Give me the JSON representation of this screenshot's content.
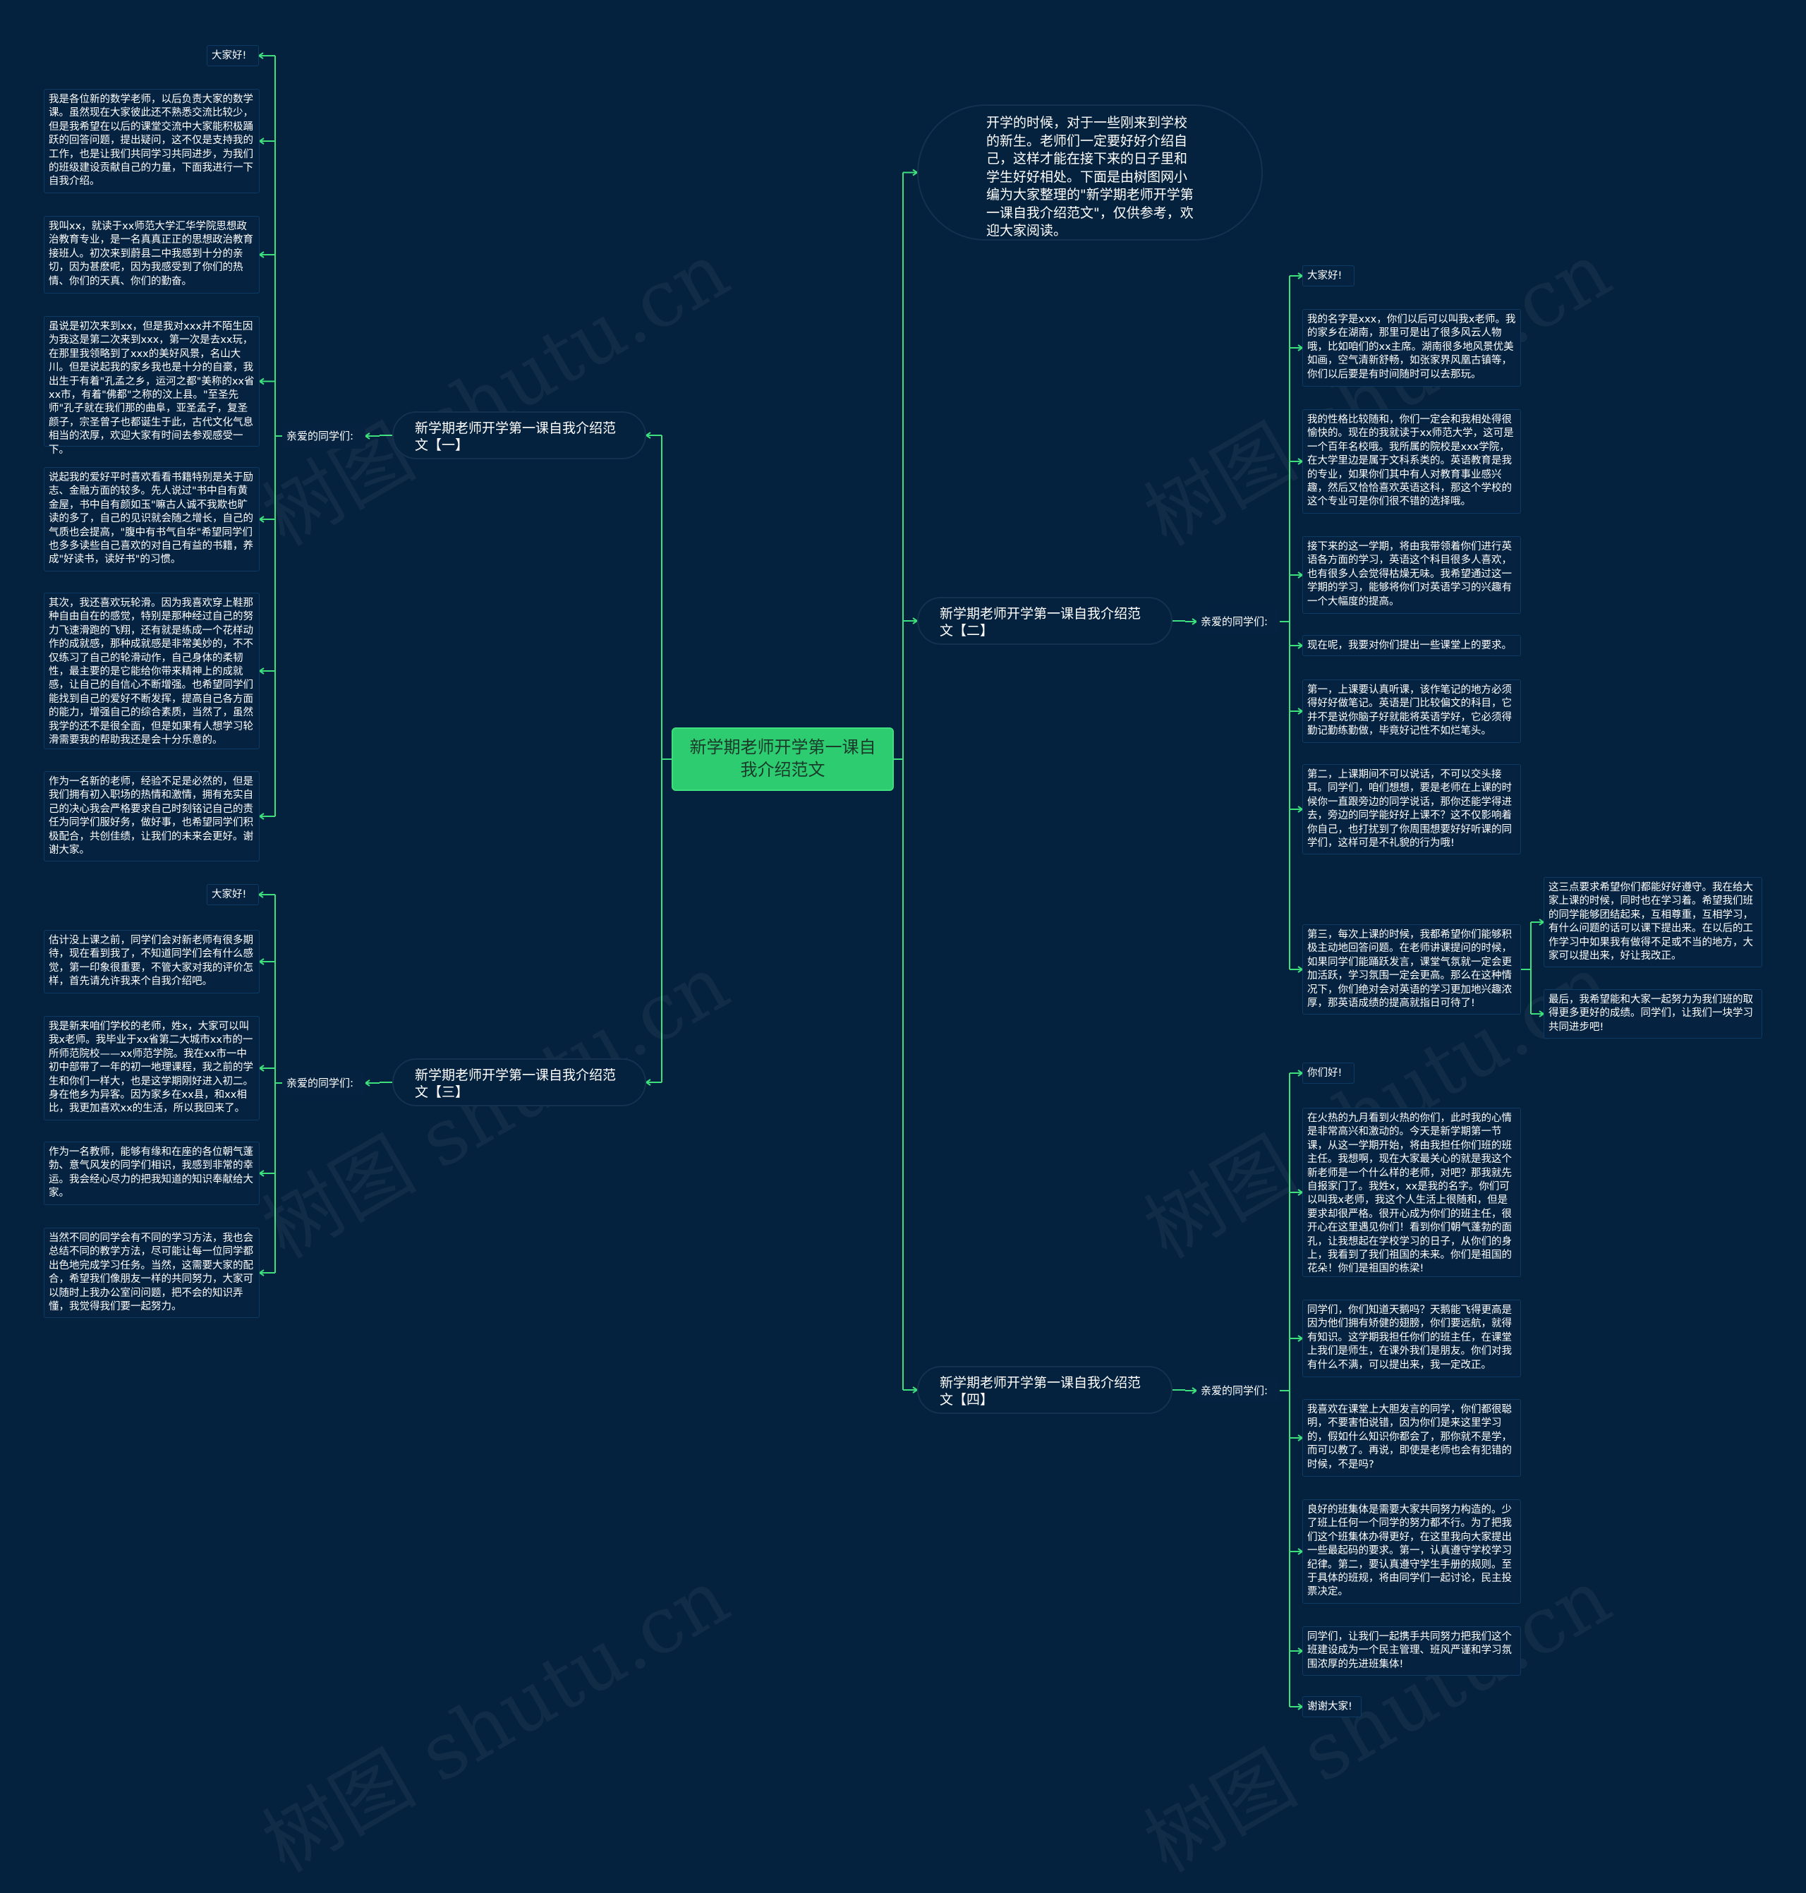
{
  "colors": {
    "background": "#04213d",
    "root_fill": "#2dcc70",
    "connector": "#3ee07e",
    "leaf_border": "#0e3b63"
  },
  "watermark": "树图 shutu.cn",
  "root": {
    "title": "新学期老师开学第一课自我介绍范文"
  },
  "intro": "开学的时候，对于一些刚来到学校的新生。老师们一定要好好介绍自己，这样才能在接下来的日子里和学生好好相处。下面是由树图网小编为大家整理的\"新学期老师开学第一课自我介绍范文\"，仅供参考，欢迎大家阅读。",
  "branches": [
    {
      "title": "新学期老师开学第一课自我介绍范文【一】",
      "sub": "亲爱的同学们:",
      "items": [
        "大家好!",
        "我是各位新的数学老师，以后负责大家的数学课。虽然现在大家彼此还不熟悉交流比较少，但是我希望在以后的课堂交流中大家能积极踊跃的回答问题，提出疑问，这不仅是支持我的工作，也是让我们共同学习共同进步，为我们的班级建设贡献自己的力量，下面我进行一下自我介绍。",
        "我叫xx，就读于xx师范大学汇华学院思想政治教育专业，是一名真真正正的思想政治教育接班人。初次来到蔚县二中我感到十分的亲切，因为甚麽呢，因为我感受到了你们的热情、你们的天真、你们的勤奋。",
        "虽说是初次来到xx，但是我对xxx并不陌生因为我这是第二次来到xxx，第一次是去xx玩，在那里我领略到了xxx的美好风景，名山大川。但是说起我的家乡我也是十分的自豪，我出生于有着\"孔孟之乡，运河之都\"美称的xx省xx市，有着\"佛都\"之称的汶上县。\"至圣先师\"孔子就在我们那的曲阜，亚圣孟子，复圣颜子，宗圣曾子也都诞生于此，古代文化气息相当的浓厚，欢迎大家有时间去参观感受一下。",
        "说起我的爱好平时喜欢看看书籍特别是关于励志、金融方面的较多。先人说过\"书中自有黄金屋，书中自有颜如玉\"嘛古人诚不我欺也旷读的多了，自己的见识就会随之增长，自己的气质也会提高，\"腹中有书气自华\"希望同学们也多多读些自己喜欢的对自己有益的书籍，养成\"好读书，读好书\"的习惯。",
        "其次，我还喜欢玩轮滑。因为我喜欢穿上鞋那种自由自在的感觉，特别是那种经过自己的努力飞速滑跑的飞翔，还有就是练成一个花样动作的成就感，那种成就感是非常美妙的，不不仅练习了自己的轮滑动作，自己身体的柔韧性，最主要的是它能给你带来精神上的成就感，让自己的自信心不断增强。也希望同学们能找到自己的爱好不断发挥，提高自己各方面的能力，增强自己的综合素质，当然了，虽然我学的还不是很全面，但是如果有人想学习轮滑需要我的帮助我还是会十分乐意的。",
        "作为一名新的老师，经验不足是必然的，但是我们拥有初入职场的热情和激情，拥有充实自己的决心我会严格要求自己时刻铭记自己的责任为同学们服好务，做好事，也希望同学们积极配合，共创佳绩，让我们的未来会更好。谢谢大家。"
      ]
    },
    {
      "title": "新学期老师开学第一课自我介绍范文【二】",
      "sub": "亲爱的同学们:",
      "items": [
        "大家好!",
        "我的名字是xxx，你们以后可以叫我x老师。我的家乡在湖南，那里可是出了很多风云人物哦，比如咱们的xx主席。湖南很多地风景优美如画，空气清新舒畅，如张家界风凰古镇等，你们以后要是有时间随时可以去那玩。",
        "我的性格比较随和，你们一定会和我相处得很愉快的。现在的我就读于xx师范大学，这可是一个百年名校哦。我所属的院校是xxx学院，在大学里边是属于文科系类的。英语教育是我的专业，如果你们其中有人对教育事业感兴趣，然后又恰恰喜欢英语这科，那这个学校的这个专业可是你们很不错的选择哦。",
        "接下来的这一学期，将由我带领着你们进行英语各方面的学习，英语这个科目很多人喜欢，也有很多人会觉得枯燥无味。我希望通过这一学期的学习，能够将你们对英语学习的兴趣有一个大幅度的提高。",
        "现在呢，我要对你们提出一些课堂上的要求。",
        "第一，上课要认真听课，该作笔记的地方必须得好好做笔记。英语是门比较偏文的科目，它并不是说你脑子好就能将英语学好，它必须得勤记勤练勤做，毕竟好记性不如烂笔头。",
        "第二，上课期间不可以说话，不可以交头接耳。同学们，咱们想想，要是老师在上课的时候你一直跟旁边的同学说话，那你还能学得进去，旁边的同学能好好上课不？这不仅影响着你自己，也打扰到了你周围想要好好听课的同学们，这样可是不礼貌的行为哦!",
        "第三，每次上课的时候，我都希望你们能够积极主动地回答问题。在老师讲课提问的时候，如果同学们能踊跃发言，课堂气氛就一定会更加活跃，学习氛围一定会更高。那么在这种情况下，你们绝对会对英语的学习更加地兴趣浓厚，那英语成绩的提高就指日可待了!"
      ],
      "third_children": [
        "这三点要求希望你们都能好好遵守。我在给大家上课的时候，同时也在学习着。希望我们班的同学能够团结起来，互相尊重，互相学习，有什么问题的话可以课下提出来。在以后的工作学习中如果我有做得不足或不当的地方，大家可以提出来，好让我改正。",
        "最后，我希望能和大家一起努力为我们班的取得更多更好的成绩。同学们，让我们一块学习共同进步吧!"
      ]
    },
    {
      "title": "新学期老师开学第一课自我介绍范文【三】",
      "sub": "亲爱的同学们:",
      "items": [
        "大家好!",
        "估计没上课之前，同学们会对新老师有很多期待，现在看到我了，不知道同学们会有什么感觉，第一印象很重要，不管大家对我的评价怎样，首先请允许我来个自我介绍吧。",
        "我是新来咱们学校的老师，姓x，大家可以叫我x老师。我毕业于xx省第二大城市xx市的一所师范院校——xx师范学院。我在xx市一中初中部带了一年的初一地理课程，我之前的学生和你们一样大，也是这学期刚好进入初二。身在他乡为异客。因为家乡在xx县，和xx相比，我更加喜欢xx的生活，所以我回来了。",
        "作为一名教师，能够有缘和在座的各位朝气蓬勃、意气风发的同学们相识，我感到非常的幸运。我会经心尽力的把我知道的知识奉献给大家。",
        "当然不同的同学会有不同的学习方法，我也会总结不同的教学方法，尽可能让每一位同学都出色地完成学习任务。当然，这需要大家的配合，希望我们像朋友一样的共同努力，大家可以随时上我办公室问问题，把不会的知识弄懂，我觉得我们要一起努力。"
      ]
    },
    {
      "title": "新学期老师开学第一课自我介绍范文【四】",
      "sub": "亲爱的同学们:",
      "items": [
        "你们好!",
        "在火热的九月看到火热的你们，此时我的心情是非常高兴和激动的。今天是新学期第一节课，从这一学期开始，将由我担任你们班的班主任。我想啊，现在大家最关心的就是我这个新老师是一个什么样的老师，对吧？那我就先自报家门了。我姓x，xx是我的名字。你们可以叫我x老师，我这个人生活上很随和，但是要求却很严格。很开心成为你们的班主任，很开心在这里遇见你们！看到你们朝气蓬勃的面孔，让我想起在学校学习的日子，从你们的身上，我看到了我们祖国的未来。你们是祖国的花朵！你们是祖国的栋梁!",
        "同学们，你们知道天鹅吗？天鹅能飞得更高是因为他们拥有矫健的翅膀，你们要远航，就得有知识。这学期我担任你们的班主任，在课堂上我们是师生，在课外我们是朋友。你们对我有什么不满，可以提出来，我一定改正。",
        "我喜欢在课堂上大胆发言的同学，你们都很聪明，不要害怕说错，因为你们是来这里学习的，假如什么知识你都会了，那你就不是学，而可以教了。再说，即使是老师也会有犯错的时候，不是吗?",
        "良好的班集体是需要大家共同努力构造的。少了班上任何一个同学的努力都不行。为了把我们这个班集体办得更好，在这里我向大家提出一些最起码的要求。第一，认真遵守学校学习纪律。第二，要认真遵守学生手册的规则。至于具体的班规，将由同学们一起讨论，民主投票决定。",
        "同学们，让我们一起携手共同努力把我们这个班建设成为一个民主管理、班风严谨和学习氛围浓厚的先进班集体!",
        "谢谢大家!"
      ]
    }
  ]
}
